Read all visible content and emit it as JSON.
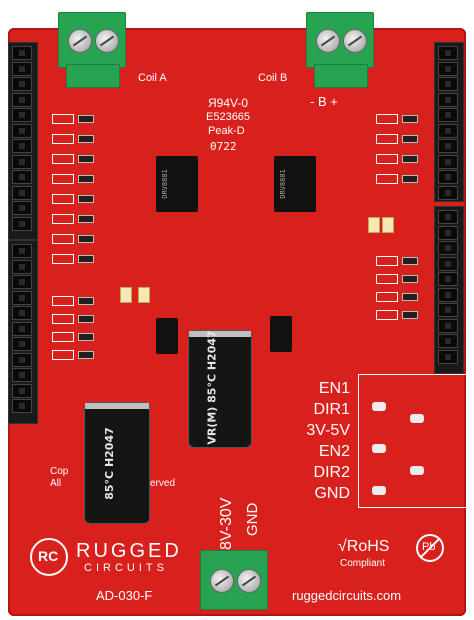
{
  "board": {
    "coil_a": "Coil A",
    "coil_b": "Coil B",
    "b_minus_plus": "- B +",
    "rating_94v": "94V-0",
    "part_code": "E523665",
    "peak_code": "Peak-D",
    "date_code": "0722",
    "chip_left": "DRV8801",
    "chip_right": "DRV8801",
    "cap_left_text": "85°C H2047",
    "cap_right_text": "VR(M) 85°C H2047",
    "voltage": "8V-30V",
    "gnd_vertical": "GND",
    "copyright_1": "Cop",
    "copyright_2": "All",
    "copyright_3": "erved",
    "logo_main": "RUGGED",
    "logo_sub": "CIRCUITS",
    "logo_rc": "RC",
    "rohs": "√RoHS",
    "compliant": "Compliant",
    "pb": "Pb",
    "model": "AD-030-F",
    "website": "ruggedcircuits.com",
    "pins": [
      "EN1",
      "DIR1",
      "3V-5V",
      "EN2",
      "DIR2",
      "GND"
    ]
  },
  "colors": {
    "pcb": "#d8201c",
    "terminal": "#27a352",
    "header": "#1a1a1a"
  }
}
